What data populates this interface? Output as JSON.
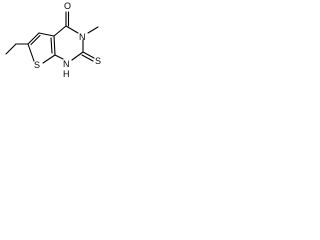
{
  "molecule": {
    "atoms": {
      "oxygen": "O",
      "n_methyl": "N",
      "n_h": "N",
      "h_on_n": "H",
      "thioxo_s": "S",
      "ring_s": "S"
    }
  }
}
